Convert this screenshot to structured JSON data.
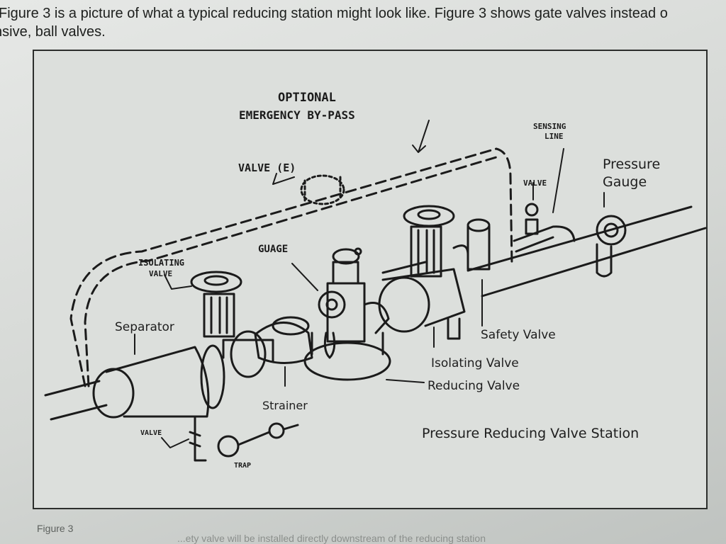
{
  "intro": {
    "line1": "Figure 3 is a picture of what a typical reducing station might look like.  Figure 3 shows gate valves instead o",
    "line2": "nsive, ball valves."
  },
  "labels": {
    "optional": "OPTIONAL",
    "emergency_bypass": "EMERGENCY BY-PASS",
    "valve_e": "VALVE (E)",
    "sensing": "SENSING",
    "line": "LINE",
    "valve_top": "VALVE",
    "pressure": "Pressure",
    "gauge": "Gauge",
    "isolating_hand": "ISOLATING",
    "valve_hand": "VALVE",
    "guage": "GUAGE",
    "separator": "Separator",
    "safety_valve": "Safety Valve",
    "isolating_valve": "Isolating Valve",
    "reducing_valve": "Reducing Valve",
    "strainer": "Strainer",
    "valve_bottom": "VALVE",
    "trap": "TRAP",
    "title": "Pressure Reducing Valve Station"
  },
  "caption": "Figure 3",
  "faded_text": "...ety valve will be installed directly downstream of the reducing station",
  "colors": {
    "ink": "#1b1b1b",
    "paper": "#dcdfdc",
    "frame": "#2c2e2c"
  }
}
